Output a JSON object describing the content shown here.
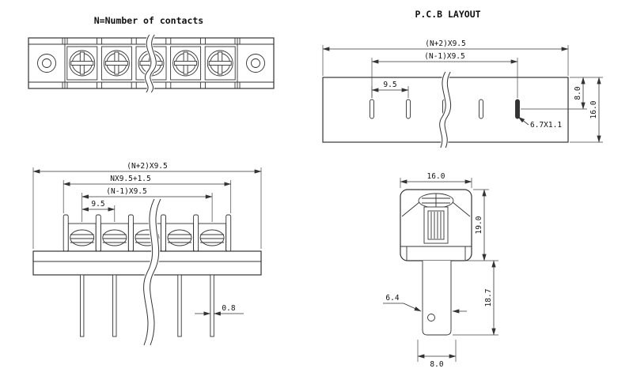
{
  "colors": {
    "background": "#ffffff",
    "line": "#333333",
    "text": "#111111",
    "pad_fill": "#333333"
  },
  "top_view": {
    "title": "N=Number of contacts"
  },
  "pcb_view": {
    "title": "P.C.B LAYOUT",
    "dim_total": "(N+2)X9.5",
    "dim_inner": "(N-1)X9.5",
    "dim_pitch": "9.5",
    "dim_pad_offset": "8.0",
    "dim_board_height": "16.0",
    "dim_slot": "6.7X1.1"
  },
  "front_view": {
    "dim_total": "(N+2)X9.5",
    "dim_body": "NX9.5+1.5",
    "dim_inner": "(N-1)X9.5",
    "dim_pitch": "9.5",
    "dim_pin_width": "0.8"
  },
  "side_view": {
    "dim_width": "16.0",
    "dim_body_height": "19.0",
    "dim_tab_length": "18.7",
    "dim_tab_width": "6.4",
    "dim_bottom": "8.0"
  }
}
